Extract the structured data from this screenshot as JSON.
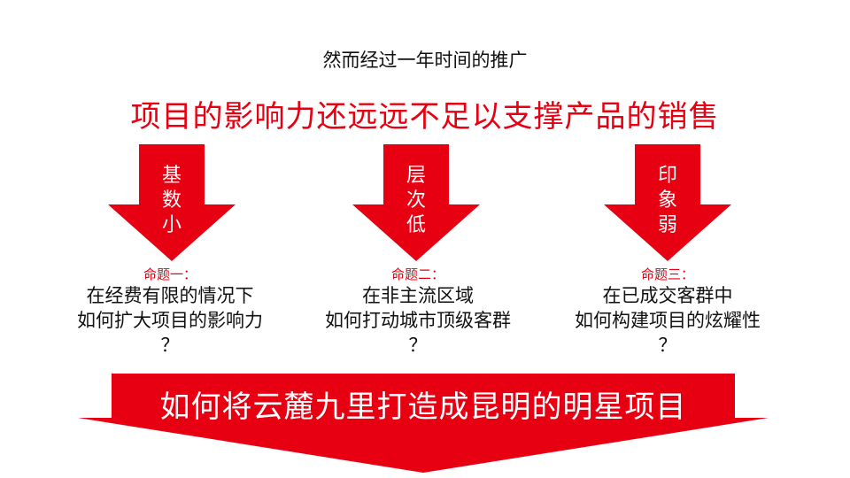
{
  "slide": {
    "subtitle": "然而经过一年时间的推广",
    "headline": "项目的影响力还远远不足以支撑产品的销售",
    "columns": [
      {
        "arrow_text": [
          "基",
          "数",
          "小"
        ],
        "label": "命题一：",
        "lines": [
          "在经费有限的情况下",
          "如何扩大项目的影响力",
          "？"
        ]
      },
      {
        "arrow_text": [
          "层",
          "次",
          "低"
        ],
        "label": "命题二：",
        "lines": [
          "在非主流区域",
          "如何打动城市顶级客群",
          "？"
        ]
      },
      {
        "arrow_text": [
          "印",
          "象",
          "弱"
        ],
        "label": "命题三：",
        "lines": [
          "在已成交客群中",
          "如何构建项目的炫耀性",
          "？"
        ]
      }
    ],
    "banner_text": "如何将云麓九里打造成昆明的明星项目",
    "colors": {
      "accent": "#e60012",
      "text": "#111111",
      "background": "#ffffff"
    }
  }
}
